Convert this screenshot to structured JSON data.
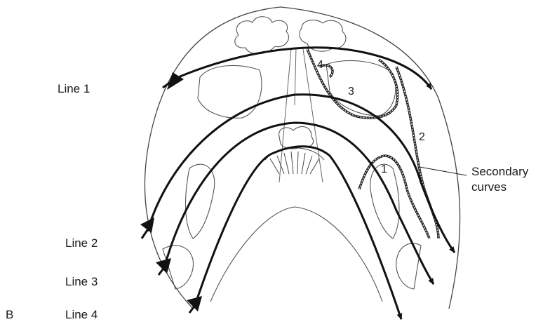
{
  "figure": {
    "panel_letter": "B",
    "line_labels": [
      "Line 1",
      "Line 2",
      "Line 3",
      "Line 4"
    ],
    "curve_numbers": [
      "1",
      "2",
      "3",
      "4"
    ],
    "annotation": {
      "line1": "Secondary",
      "line2": "curves"
    }
  }
}
